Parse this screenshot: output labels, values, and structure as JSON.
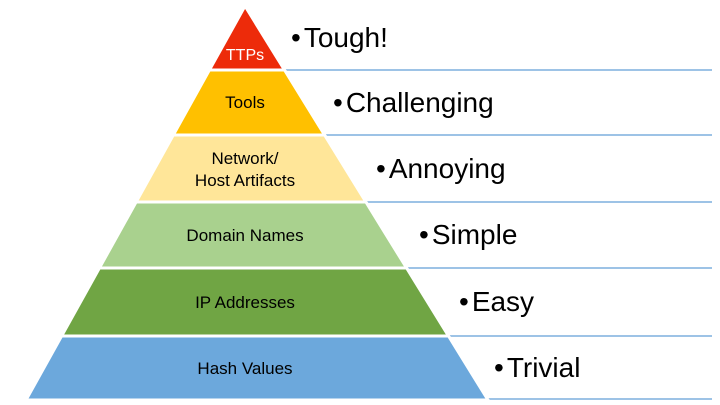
{
  "pyramid": {
    "bullet": "•",
    "line_color": "#9DC3E6",
    "levels": [
      {
        "label": "TTPs",
        "pain": "Tough!",
        "color": "#ED2B0A",
        "text_color": "#ffffff"
      },
      {
        "label": "Tools",
        "pain": "Challenging",
        "color": "#FFC000",
        "text_color": "#000000"
      },
      {
        "label_line1": "Network/",
        "label_line2": "Host Artifacts",
        "pain": "Annoying",
        "color": "#FFE699",
        "text_color": "#000000"
      },
      {
        "label": "Domain Names",
        "pain": "Simple",
        "color": "#A9D18E",
        "text_color": "#000000"
      },
      {
        "label": "IP Addresses",
        "pain": "Easy",
        "color": "#70A544",
        "text_color": "#000000"
      },
      {
        "label": "Hash Values",
        "pain": "Trivial",
        "color": "#6CA8DC",
        "text_color": "#000000"
      }
    ]
  }
}
